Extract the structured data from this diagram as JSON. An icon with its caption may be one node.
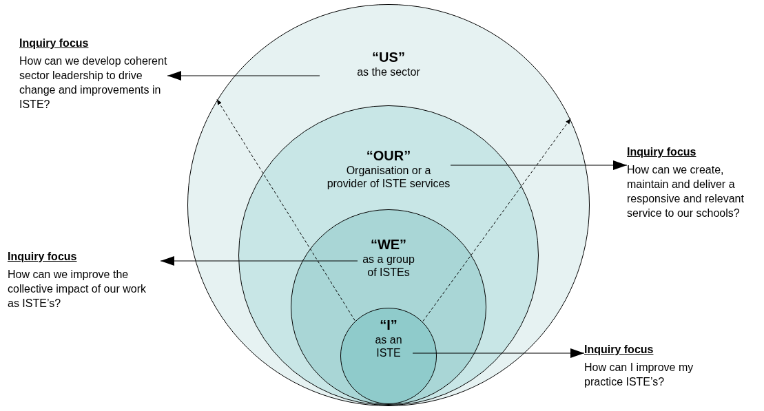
{
  "diagram": {
    "nodes": [
      {
        "text": [],
        "shape": "circle"
      },
      {
        "text": [
          "“US”",
          "as the sector"
        ],
        "in": 0
      },
      {
        "text": [],
        "shape": "circle",
        "in": 0
      },
      {
        "text": [
          "“OUR”",
          "Organisation or a provider of ISTE services"
        ],
        "in": 2
      },
      {
        "text": [],
        "shape": "circle",
        "in": 2
      },
      {
        "text": [
          "“WE”",
          "as a group of ISTEs"
        ],
        "in": 4
      },
      {
        "text": [],
        "shape": "circle",
        "in": 4
      },
      {
        "text": [
          "“I”",
          "as an ISTE"
        ],
        "in": 6
      },
      {
        "text": [
          "Inquiry focus",
          "How can we develop coherent sector leadership to drive change and improvements in ISTE?"
        ]
      },
      {
        "text": [
          "Inquiry focus",
          "How can we create, maintain and deliver a responsive and relevant service to our schools?"
        ]
      },
      {
        "text": [
          "Inquiry focus",
          "How can we improve the collective impact of our work as ISTE’s?"
        ]
      },
      {
        "text": [
          "Inquiry focus",
          "How can I improve my practice ISTE’s?"
        ]
      }
    ],
    "edges": [
      {
        "from": 1,
        "to": 8,
        "arrow": "to"
      },
      {
        "from": 3,
        "to": 9,
        "arrow": "to"
      },
      {
        "from": 5,
        "to": 10,
        "arrow": "to"
      },
      {
        "from": 7,
        "to": 11,
        "arrow": "to"
      },
      {
        "from": 6,
        "to": 0,
        "arrow": "to",
        "style": "dashed"
      },
      {
        "from": 6,
        "to": 0,
        "arrow": "to",
        "style": "dashed"
      }
    ]
  }
}
